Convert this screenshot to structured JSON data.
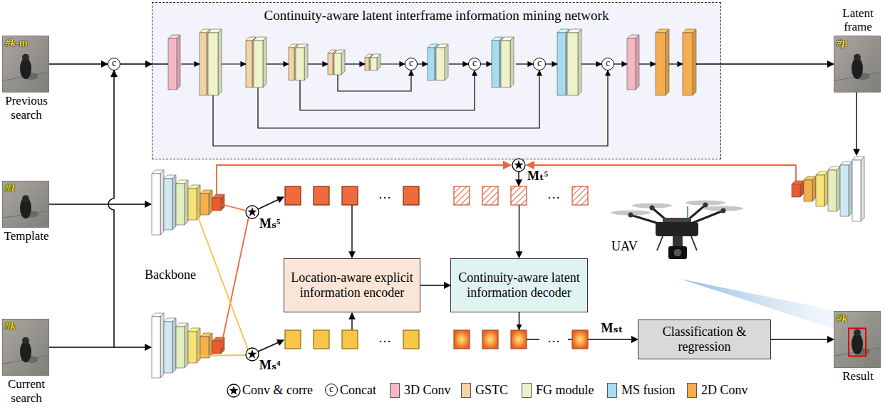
{
  "diagram": {
    "nodes": [
      {
        "text": [
          "Continuity-aware latent interframe information mining network"
        ]
      },
      {
        "text": [
          "#k-m",
          "Previous search"
        ]
      },
      {
        "text": [
          "c"
        ]
      },
      {
        "text": [
          "Latent frame",
          "#p"
        ]
      },
      {
        "text": [
          "#1",
          "Template"
        ]
      },
      {
        "text": [
          "Location-aware explicit information encoder"
        ]
      },
      {
        "text": [
          "Continuity-aware latent information decoder"
        ]
      },
      {
        "text": [
          "#k",
          "Current search"
        ]
      },
      {
        "text": [
          "Classification & regression"
        ]
      },
      {
        "text": [
          "#k",
          "Result"
        ]
      }
    ],
    "edges": [
      {
        "from": 1,
        "to": 2,
        "arrow": "to"
      },
      {
        "from": 7,
        "to": 2,
        "arrow": "to"
      },
      {
        "from": 2,
        "to": 0,
        "arrow": "to"
      },
      {
        "from": 0,
        "to": 3,
        "arrow": "to"
      },
      {
        "from": 5,
        "to": 6,
        "arrow": "to"
      },
      {
        "from": 6,
        "to": 8,
        "label": "Mₛₜ",
        "arrow": "to"
      },
      {
        "from": 8,
        "to": 9,
        "arrow": "to"
      }
    ],
    "labels": [
      "Backbone",
      "UAV",
      "Mₛ⁵",
      "Mₛ⁴",
      "Mₜ⁵",
      "…",
      "…",
      "…",
      "…",
      "c",
      "c",
      "c",
      "c",
      "c"
    ],
    "legend": [
      {
        "text": "Conv & corre"
      },
      {
        "text": "Concat"
      },
      {
        "text": "3D Conv",
        "color": "#f4b8c4"
      },
      {
        "text": "GSTC",
        "color": "#f1d3a6"
      },
      {
        "text": "FG module",
        "color": "#eef2c8"
      },
      {
        "text": "MS fusion",
        "color": "#a9dbee"
      },
      {
        "text": "2D Conv",
        "color": "#f5ad4e"
      }
    ]
  }
}
